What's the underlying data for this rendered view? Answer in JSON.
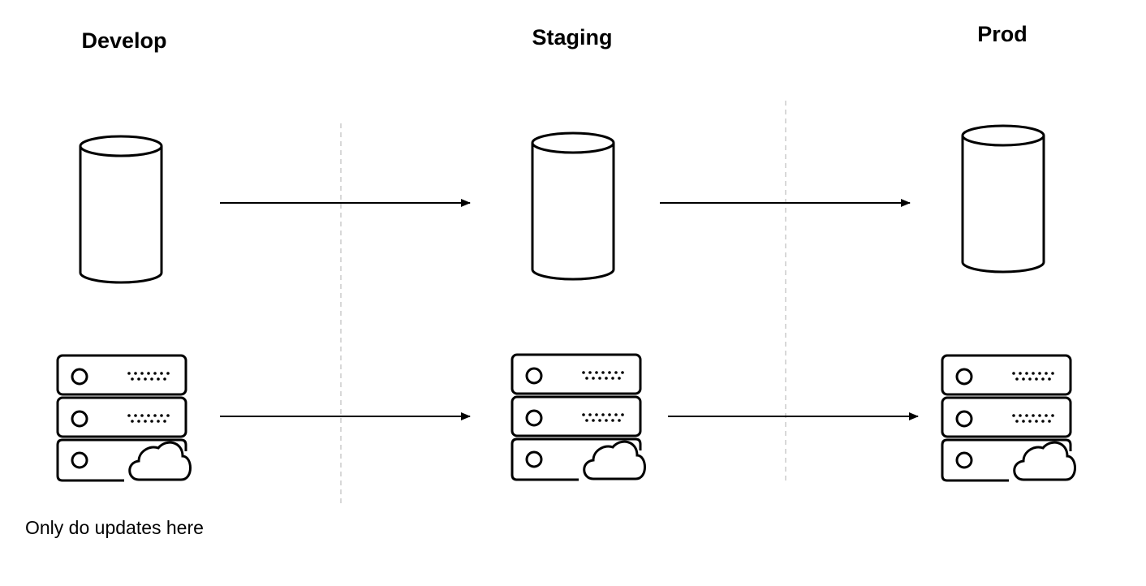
{
  "environments": [
    {
      "name": "Develop",
      "database_icon": "database-icon",
      "server_icon": "server-cloud-icon"
    },
    {
      "name": "Staging",
      "database_icon": "database-icon",
      "server_icon": "server-cloud-icon"
    },
    {
      "name": "Prod",
      "database_icon": "database-icon",
      "server_icon": "server-cloud-icon"
    }
  ],
  "note": "Only do updates here",
  "colors": {
    "stroke": "#000000",
    "divider": "#cccccc",
    "background": "#ffffff"
  }
}
